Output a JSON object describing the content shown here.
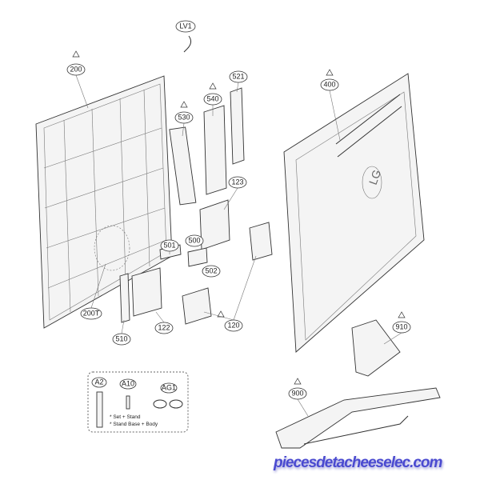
{
  "callouts": {
    "lv1": "LV1",
    "p200": "200",
    "p530": "530",
    "p540": "540",
    "p521": "521",
    "p123": "123",
    "p501": "501",
    "p500": "500",
    "p502": "502",
    "p200t": "200T",
    "p510": "510",
    "p122": "122",
    "p120": "120",
    "p400": "400",
    "p910": "910",
    "p900": "900"
  },
  "accessories": {
    "a2": "A2",
    "a10": "A10",
    "ag1": "AG1",
    "note1": "* Set + Stand",
    "note2": "* Stand Base + Body"
  },
  "logo_text": "LG",
  "watermark": "piecesdetacheeselec.com"
}
